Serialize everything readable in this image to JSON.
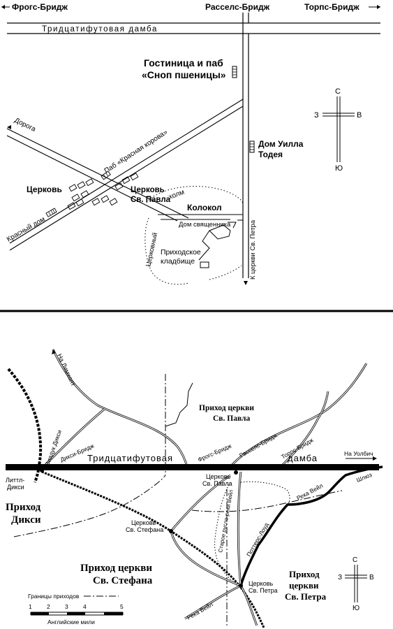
{
  "top_map": {
    "header": {
      "left_label": "Фрогс-Бридж",
      "center_label": "Расселс-Бридж",
      "right_label": "Торпс-Бридж"
    },
    "dam_label": "Тридцатифутовая дамба",
    "inn_label_line1": "Гостиница и паб",
    "inn_label_line2": "«Сноп пшеницы»",
    "compass": {
      "n": "С",
      "s": "Ю",
      "w": "З",
      "e": "В"
    },
    "will_house_line1": "Дом Уилла",
    "will_house_line2": "Тодея",
    "road_label": "Дорога",
    "pub_label": "Паб «Красная корова»",
    "church_label": "Церковь",
    "st_paul_line1": "Церковь",
    "st_paul_line2": "Св. Павла",
    "hill_label": "холм",
    "bell_label": "Колокол",
    "red_house_label": "Красный дом",
    "vicarage_label": "Дом священника",
    "church_hill_label": "Церковный",
    "cemetery_line1": "Приходское",
    "cemetery_line2": "кладбище",
    "to_st_peter_label": "К церкви Св. Петра"
  },
  "bottom_map": {
    "limmholt_label": "На Лимхолт",
    "st_paul_parish_line1": "Приход церкви",
    "st_paul_parish_line2": "Св. Павла",
    "dixie_viaduct_label": "Виадук Дикси",
    "dixie_bridge_label": "Дикси-Бридж",
    "frogs_bridge_label": "Фрогс-Бридж",
    "russells_bridge_label": "Расселс-Бридж",
    "thorps_bridge_label": "Торпс-Бридж",
    "dam_label_left": "Тридцатифутовая",
    "dam_label_right": "дамба",
    "walbeach_label": "На Уолбич",
    "sluice_label": "Шлюз",
    "little_dixie_line1": "Литтл-",
    "little_dixie_line2": "Дикси",
    "st_paul_church_line1": "Церковь",
    "st_paul_church_line2": "Св. Павла",
    "dixie_parish_line1": "Приход",
    "dixie_parish_line2": "Дикси",
    "river_wale_label": "Река Вейл",
    "st_stephen_church_line1": "Церковь",
    "st_stephen_church_line2": "Св. Стефана",
    "old_river_label": "Старое русло реки Вейл",
    "potters_lode_label": "Поттерс-Лоуд",
    "st_stephen_parish_line1": "Приход церкви",
    "st_stephen_parish_line2": "Св. Стефана",
    "st_peter_church_line1": "Церковь",
    "st_peter_church_line2": "Св. Петра",
    "st_peter_parish_line1": "Приход",
    "st_peter_parish_line2": "церкви",
    "st_peter_parish_line3": "Св. Петра",
    "compass": {
      "n": "С",
      "s": "Ю",
      "w": "З",
      "e": "В"
    },
    "legend_boundaries": "Границы приходов",
    "scale_ticks": [
      "1",
      "2",
      "3",
      "4",
      "5"
    ],
    "scale_unit": "Английские мили",
    "river_wale_label_bottom": "Река Вейл"
  }
}
